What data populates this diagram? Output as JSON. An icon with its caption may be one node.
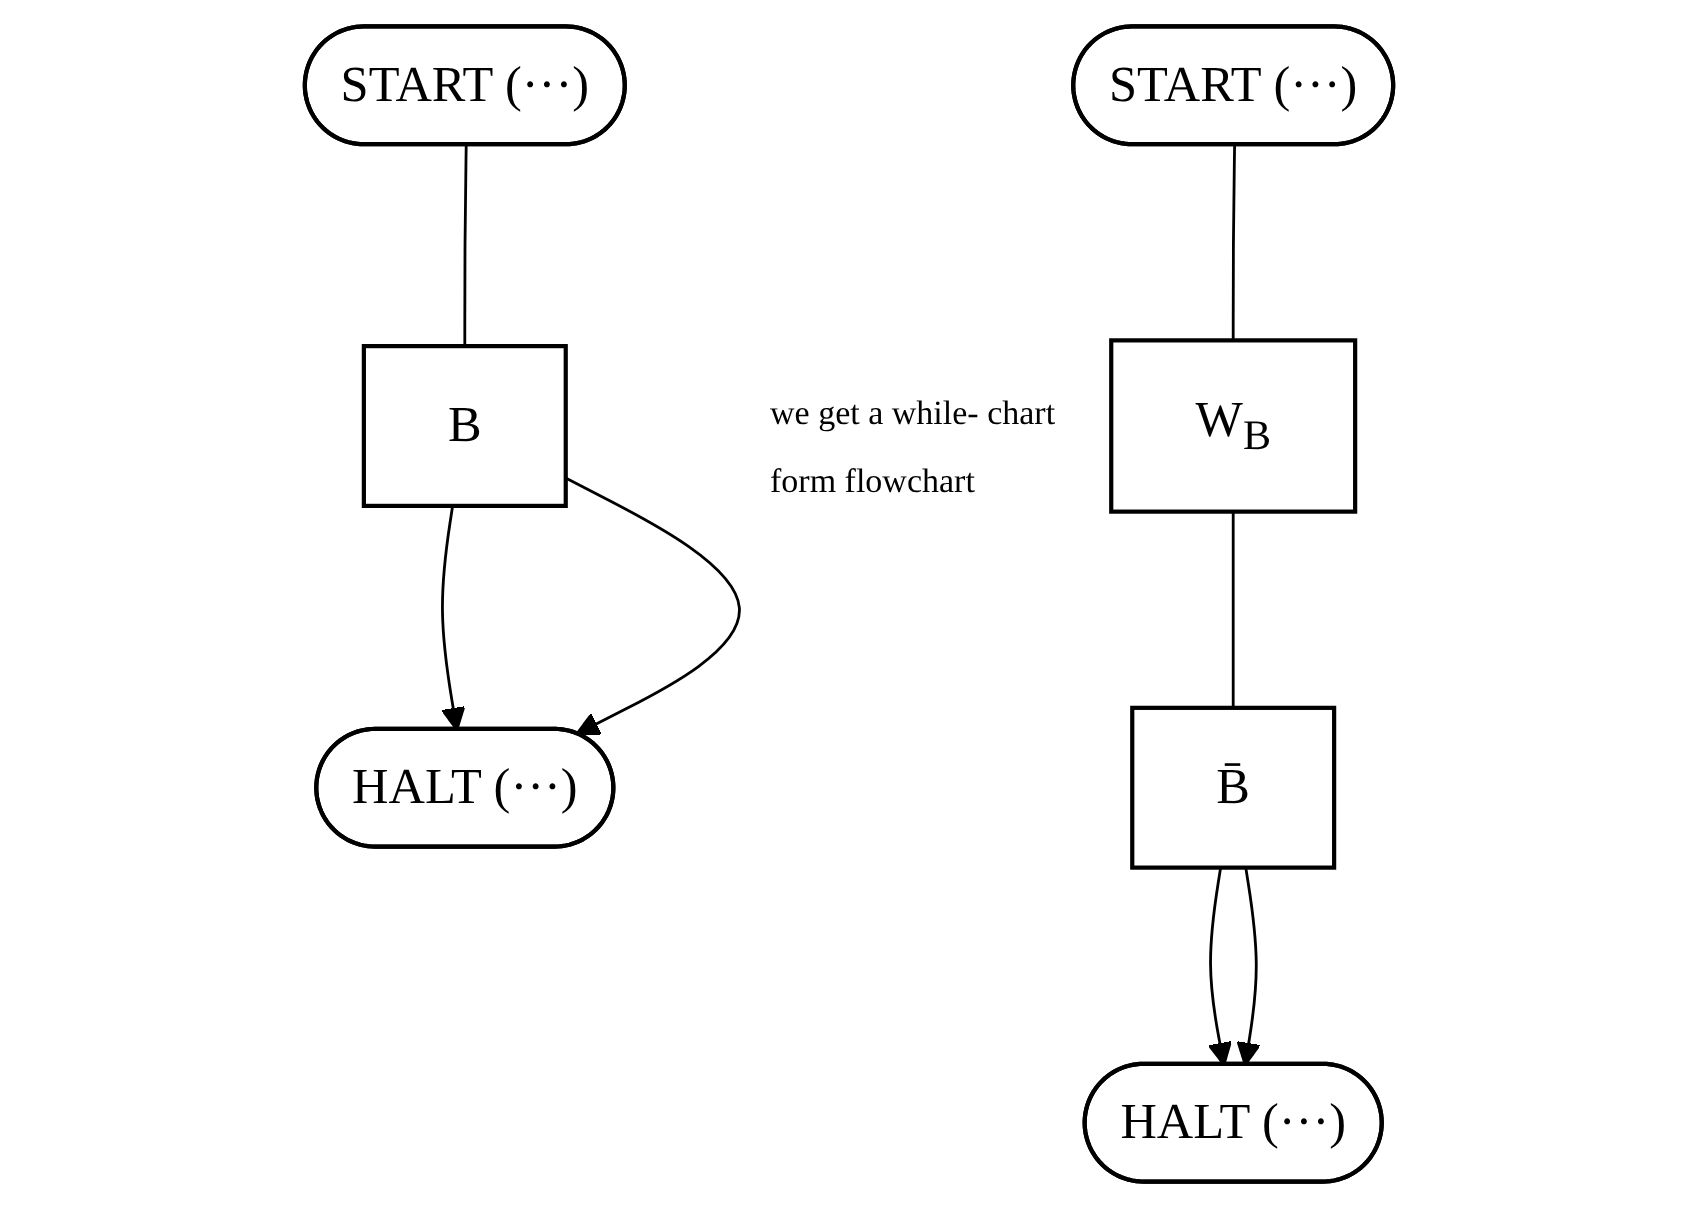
{
  "diagram": {
    "nodes": [
      {
        "text": [
          "START (···)"
        ]
      },
      {
        "text": [
          "B"
        ]
      },
      {
        "text": [
          "HALT (···)"
        ]
      },
      {
        "text": [
          "START (···)"
        ]
      },
      {
        "text": [
          "W$_{B}$"
        ]
      },
      {
        "text": [
          "B̄"
        ]
      },
      {
        "text": [
          "HALT (···)"
        ]
      }
    ],
    "edges": [
      {
        "from": 0,
        "to": 1,
        "arrow": "none"
      },
      {
        "from": 1,
        "to": 2,
        "arrow": "to"
      },
      {
        "from": 1,
        "to": 2,
        "arrow": "to"
      },
      {
        "from": 3,
        "to": 4,
        "arrow": "none"
      },
      {
        "from": 4,
        "to": 5,
        "arrow": "none"
      },
      {
        "from": 5,
        "to": 6,
        "arrow": "to"
      },
      {
        "from": 5,
        "to": 6,
        "arrow": "to"
      }
    ],
    "labels": [
      "we get a while- chart form flowchart"
    ]
  }
}
